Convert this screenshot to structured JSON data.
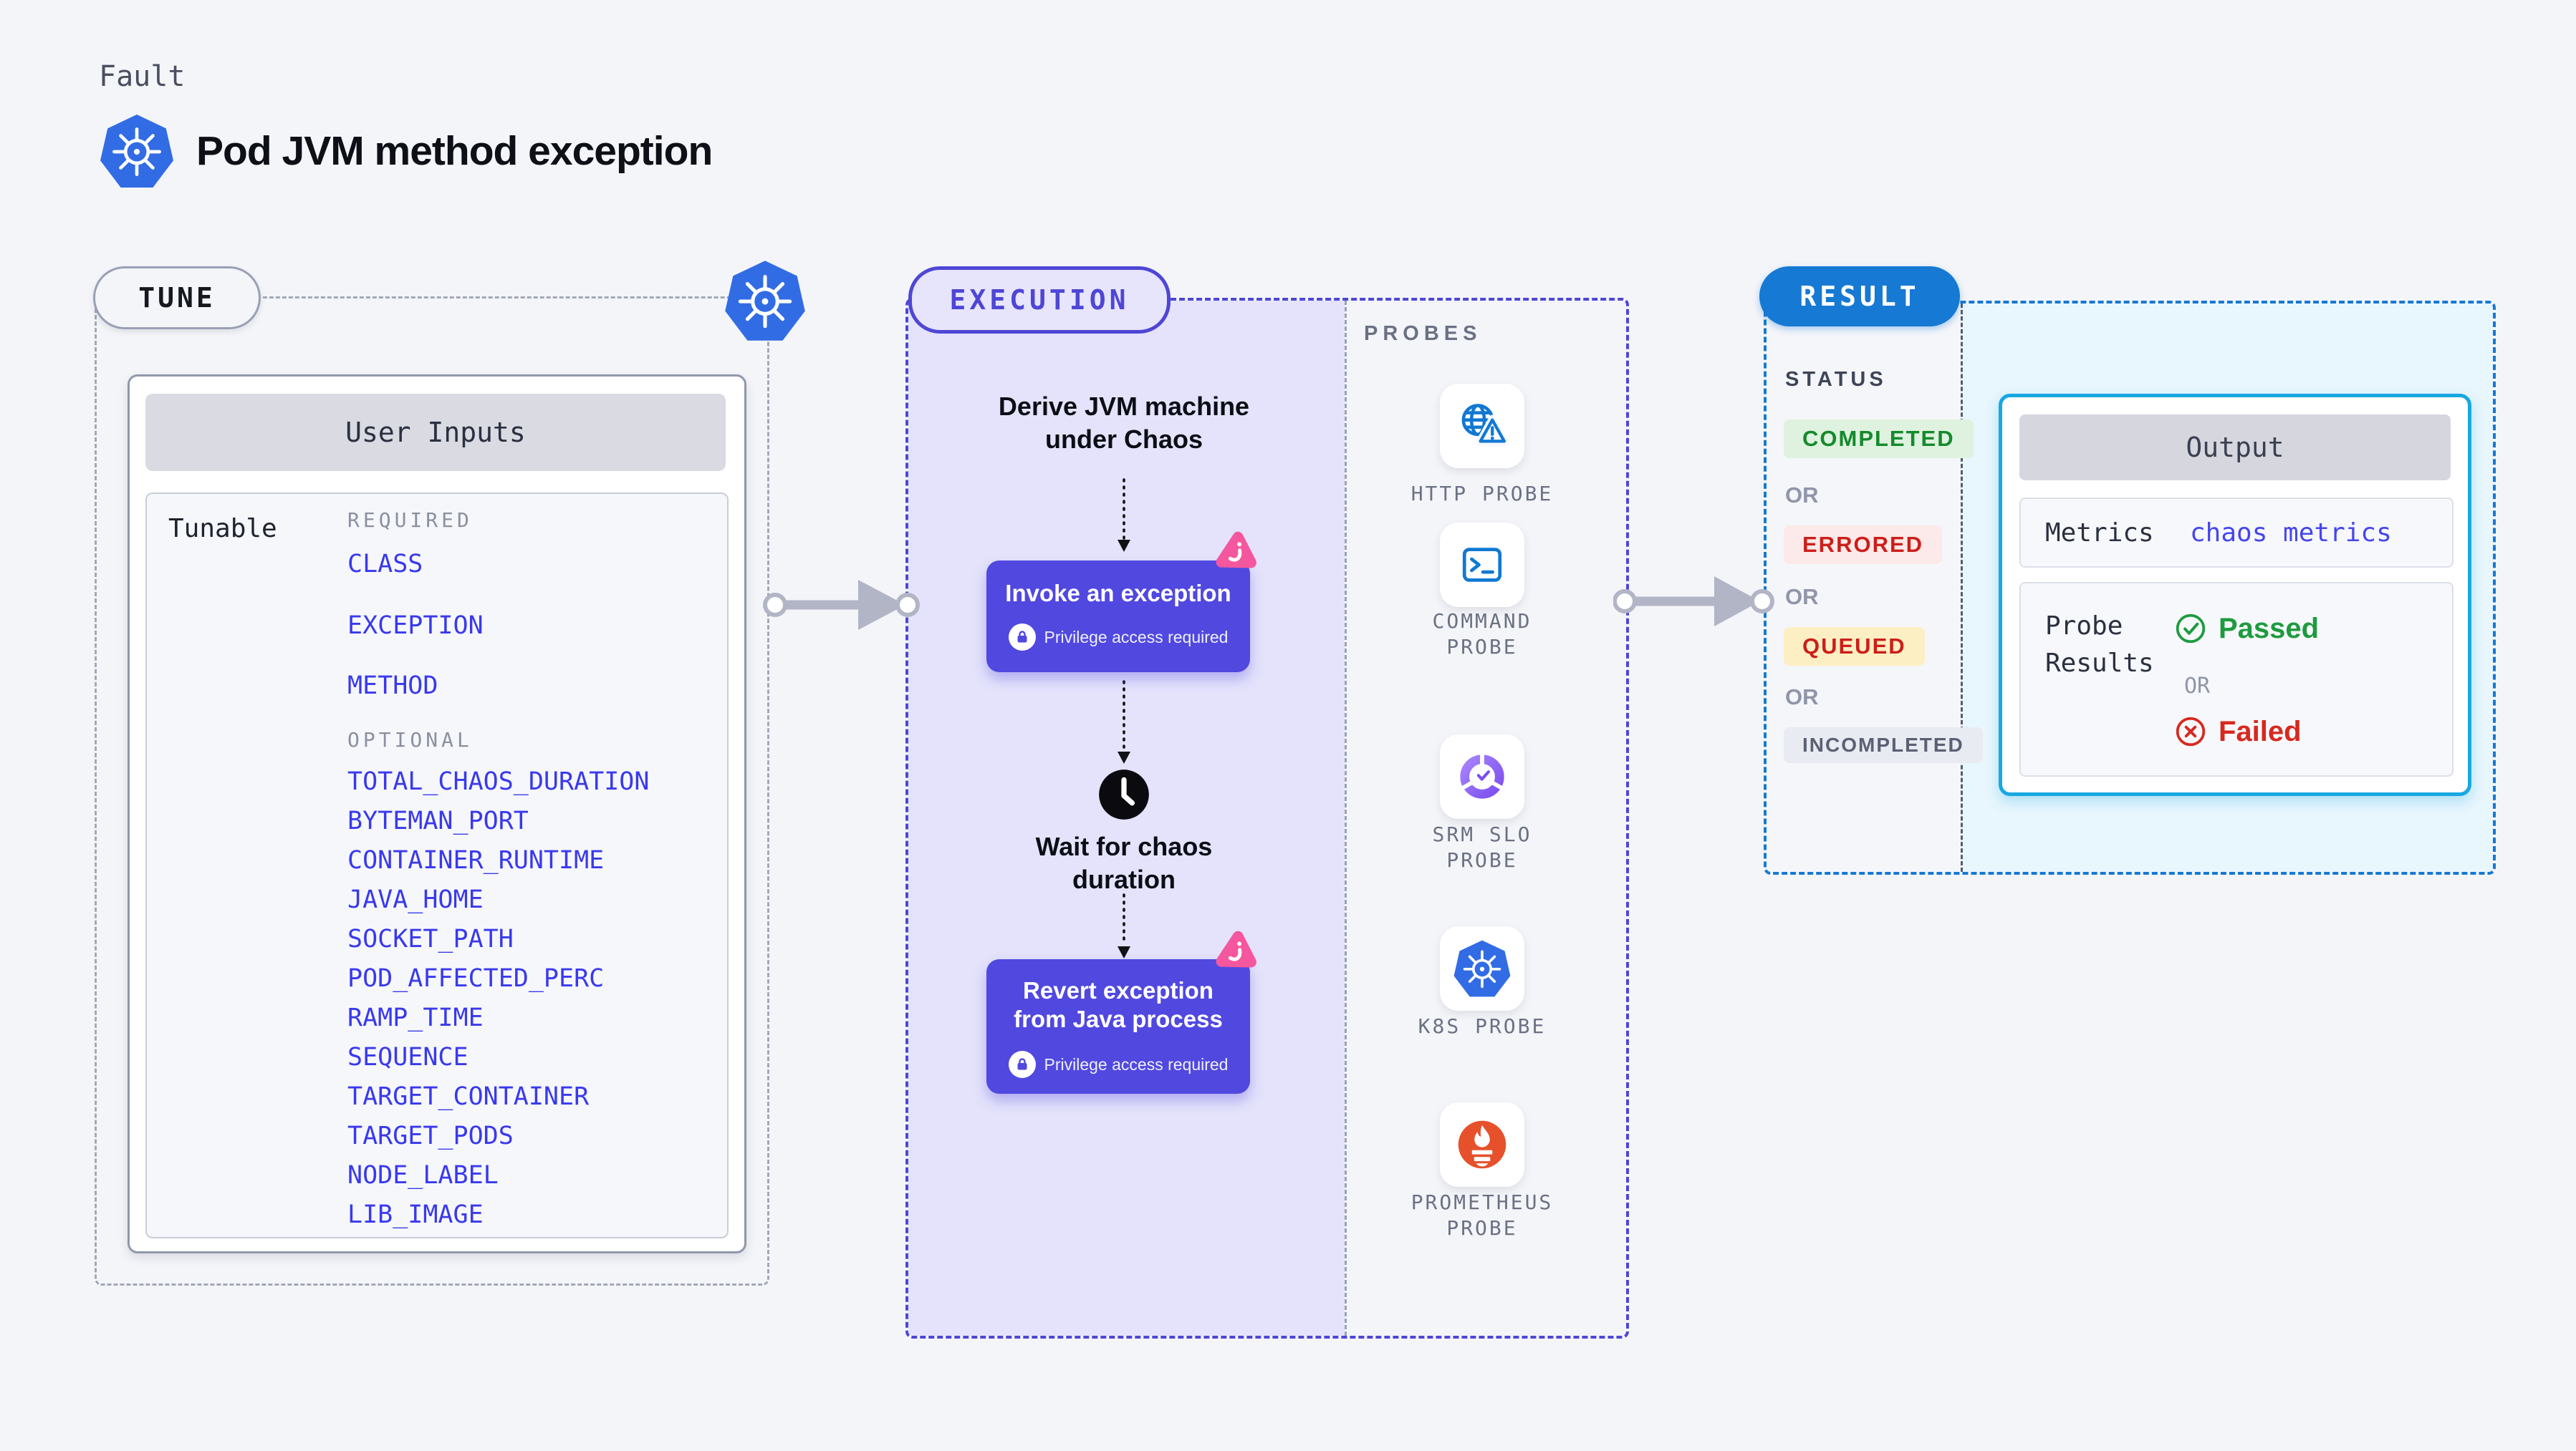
{
  "header": {
    "eyebrow": "Fault",
    "title": "Pod JVM method exception"
  },
  "tune": {
    "badge": "TUNE",
    "card_title": "User Inputs",
    "row_label": "Tunable",
    "required_label": "REQUIRED",
    "required_items": [
      "CLASS",
      "EXCEPTION",
      "METHOD"
    ],
    "optional_label": "OPTIONAL",
    "optional_items": [
      "TOTAL_CHAOS_DURATION",
      "BYTEMAN_PORT",
      "CONTAINER_RUNTIME",
      "JAVA_HOME",
      "SOCKET_PATH",
      "POD_AFFECTED_PERC",
      "RAMP_TIME",
      "SEQUENCE",
      "TARGET_CONTAINER",
      "TARGET_PODS",
      "NODE_LABEL",
      "LIB_IMAGE"
    ]
  },
  "execution": {
    "badge": "EXECUTION",
    "derive_label": "Derive JVM machine under Chaos",
    "invoke_title": "Invoke an exception",
    "wait_label": "Wait for chaos duration",
    "revert_title": "Revert exception from Java process",
    "privilege_note": "Privilege access required"
  },
  "probes": {
    "label": "PROBES",
    "items": [
      {
        "name": "HTTP PROBE",
        "icon": "globe-warning-icon"
      },
      {
        "name": "COMMAND PROBE",
        "icon": "terminal-icon"
      },
      {
        "name": "SRM SLO PROBE",
        "icon": "slo-donut-check-icon"
      },
      {
        "name": "K8S PROBE",
        "icon": "kubernetes-icon"
      },
      {
        "name": "PROMETHEUS PROBE",
        "icon": "prometheus-flame-icon"
      }
    ]
  },
  "result": {
    "badge": "RESULT",
    "status_label": "STATUS",
    "or_label": "OR",
    "statuses": [
      {
        "label": "COMPLETED",
        "kind": "success"
      },
      {
        "label": "ERRORED",
        "kind": "error"
      },
      {
        "label": "QUEUED",
        "kind": "warning"
      },
      {
        "label": "INCOMPLETED",
        "kind": "neutral"
      }
    ],
    "output": {
      "title": "Output",
      "metrics_label": "Metrics",
      "metrics_value": "chaos metrics",
      "probe_results_label": "Probe Results",
      "passed_label": "Passed",
      "failed_label": "Failed"
    }
  },
  "colors": {
    "accent_indigo": "#5148e0",
    "accent_blue": "#1679d3",
    "accent_cyan": "#17a8e1",
    "kubernetes_blue": "#326ce5",
    "chaos_pink": "#f4579e",
    "link_blue": "#3939ee",
    "success_green": "#158a2c",
    "error_red": "#cc1f1a",
    "prometheus_orange": "#e6512c"
  }
}
